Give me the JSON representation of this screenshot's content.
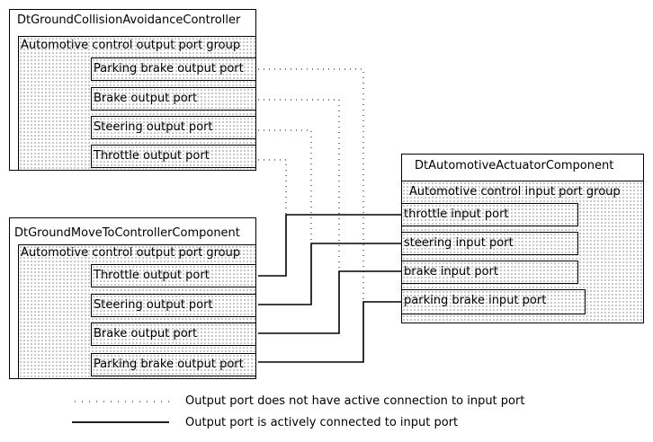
{
  "collision": {
    "title": "DtGroundCollisionAvoidanceController",
    "group": "Automotive control output port group",
    "ports": [
      "Parking brake output port",
      "Brake output port",
      "Steering output port",
      "Throttle output port"
    ]
  },
  "move": {
    "title": "DtGroundMoveToControllerComponent",
    "group": "Automotive control output port group",
    "ports": [
      "Throttle output port",
      "Steering output port",
      "Brake output port",
      "Parking brake output port"
    ]
  },
  "actuator": {
    "title": "DtAutomotiveActuatorComponent",
    "group": "Automotive control input port group",
    "ports": [
      "throttle input port",
      "steering input port",
      "brake input port",
      "parking brake input port"
    ]
  },
  "legend": {
    "inactive": "Output port does not have active connection to input port",
    "active": "Output port is actively connected to input port"
  },
  "connections": {
    "inactive": [
      [
        "collision",
        "Throttle output port",
        "throttle input port"
      ],
      [
        "collision",
        "Steering output port",
        "steering input port"
      ],
      [
        "collision",
        "Brake output port",
        "brake input port"
      ],
      [
        "collision",
        "Parking brake output port",
        "parking brake input port"
      ]
    ],
    "active": [
      [
        "move",
        "Throttle output port",
        "throttle input port"
      ],
      [
        "move",
        "Steering output port",
        "steering input port"
      ],
      [
        "move",
        "Brake output port",
        "brake input port"
      ],
      [
        "move",
        "Parking brake output port",
        "parking brake input port"
      ]
    ]
  }
}
